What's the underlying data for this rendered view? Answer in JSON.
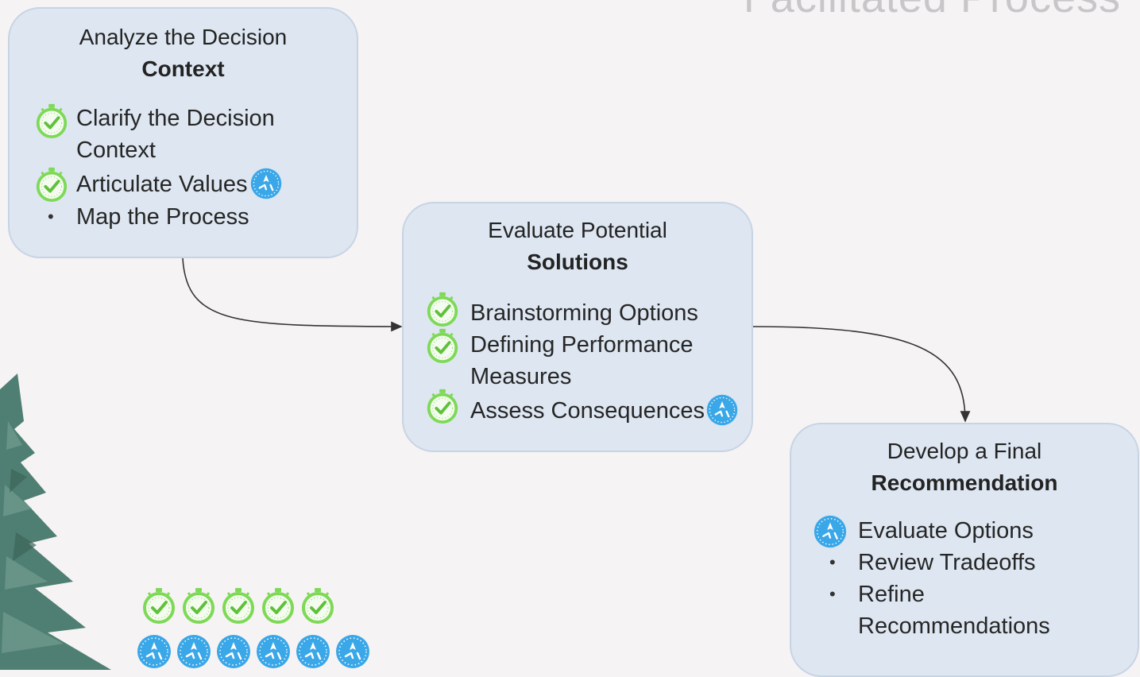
{
  "page_title": "Facilitated Process",
  "colors": {
    "card_fill": "#dde6f1",
    "card_border": "#c7d4e4",
    "check_green": "#7ed957",
    "compass_blue": "#3aa7e8",
    "connector": "#333333"
  },
  "cards": [
    {
      "title_line1": "Analyze the Decision",
      "title_line2": "Context",
      "items": [
        {
          "label": "Clarify the Decision Context",
          "marker": "check-stopwatch-icon",
          "trailing_icon": ""
        },
        {
          "label": "Articulate Values",
          "marker": "check-stopwatch-icon",
          "trailing_icon": "compass-icon"
        },
        {
          "label": "Map the Process",
          "marker": "bullet",
          "trailing_icon": ""
        }
      ]
    },
    {
      "title_line1": "Evaluate Potential",
      "title_line2": "Solutions",
      "items": [
        {
          "label": "Brainstorming Options",
          "marker": "check-stopwatch-icon",
          "trailing_icon": ""
        },
        {
          "label": "Defining Performance Measures",
          "marker": "check-stopwatch-icon",
          "trailing_icon": ""
        },
        {
          "label": "Assess Consequences",
          "marker": "check-stopwatch-icon",
          "trailing_icon": "compass-icon"
        }
      ]
    },
    {
      "title_line1": "Develop a Final",
      "title_line2": "Recommendation",
      "items": [
        {
          "label": "Evaluate Options",
          "marker": "compass-icon",
          "trailing_icon": ""
        },
        {
          "label": "Review Tradeoffs",
          "marker": "bullet",
          "trailing_icon": ""
        },
        {
          "label": "Refine Recommendations",
          "marker": "bullet",
          "trailing_icon": ""
        }
      ]
    }
  ],
  "legend": {
    "check_stopwatch_count": 5,
    "compass_count": 6
  },
  "decorations": [
    "evergreen-tree-illustration"
  ]
}
